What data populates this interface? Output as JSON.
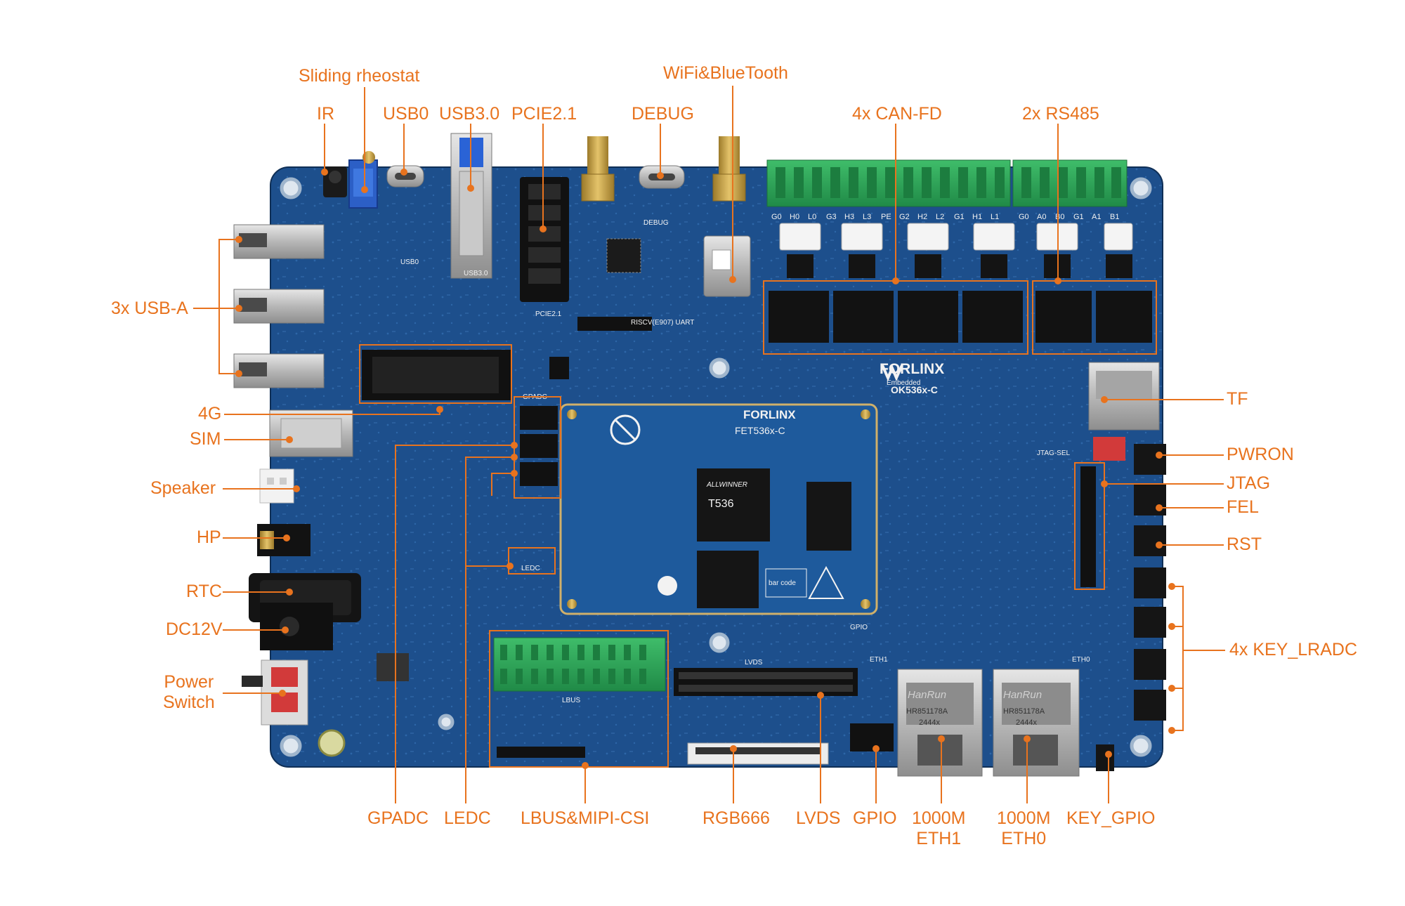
{
  "board": {
    "brand": "FORLINX",
    "brand_sub": "Embedded",
    "model": "OK536x-C",
    "som_brand": "FORLINX",
    "som_model": "FET536x-C",
    "cpu_brand": "ALLWINNER",
    "cpu": "T536",
    "eth_vendor": "HanRun",
    "eth_part": "HR851178A",
    "eth_code": "2444x",
    "barcode_label": "bar code",
    "silk_debug": "DEBUG",
    "silk_usb0": "USB0",
    "silk_usb3": "USB3.0",
    "silk_pcie": "PCIE2.1",
    "silk_uart": "RISCV(E907) UART",
    "silk_lbus": "LBUS",
    "silk_lvds": "LVDS",
    "silk_gpio": "GPIO",
    "silk_eth0": "ETH0",
    "silk_eth1": "ETH1",
    "silk_jtag": "JTAG-SEL",
    "silk_ledc": "LEDC",
    "silk_gpadc": "GPADC",
    "silk_can_pins": [
      "G0",
      "H0",
      "L0",
      "G3",
      "H3",
      "L3",
      "PE",
      "G2",
      "H2",
      "L2",
      "G1",
      "H1",
      "L1"
    ],
    "silk_rs485_pins": [
      "G0",
      "A0",
      "B0",
      "G1",
      "A1",
      "B1"
    ]
  },
  "labels": {
    "sliding_rheostat": "Sliding rheostat",
    "wifi_bt": "WiFi&BlueTooth",
    "ir": "IR",
    "usb0": "USB0",
    "usb30": "USB3.0",
    "pcie": "PCIE2.1",
    "debug": "DEBUG",
    "can_fd": "4x CAN-FD",
    "rs485": "2x RS485",
    "usb_a": "3x USB-A",
    "g4": "4G",
    "sim": "SIM",
    "speaker": "Speaker",
    "hp": "HP",
    "rtc": "RTC",
    "dc12v": "DC12V",
    "power_switch": "Power\nSwitch",
    "tf": "TF",
    "pwron": "PWRON",
    "jtag": "JTAG",
    "fel": "FEL",
    "rst": "RST",
    "key_lradc": "4x KEY_LRADC",
    "gpadc": "GPADC",
    "ledc": "LEDC",
    "lbus_mipi": "LBUS&MIPI-CSI",
    "rgb666": "RGB666",
    "lvds": "LVDS",
    "gpio": "GPIO",
    "eth1": "1000M\nETH1",
    "eth0": "1000M\nETH0",
    "key_gpio": "KEY_GPIO"
  },
  "colors": {
    "annotation": "#e8731e",
    "pcb": "#1d4f8c",
    "pcb_dark": "#163e70",
    "terminal_green": "#2fa85a",
    "background": "#ffffff"
  }
}
